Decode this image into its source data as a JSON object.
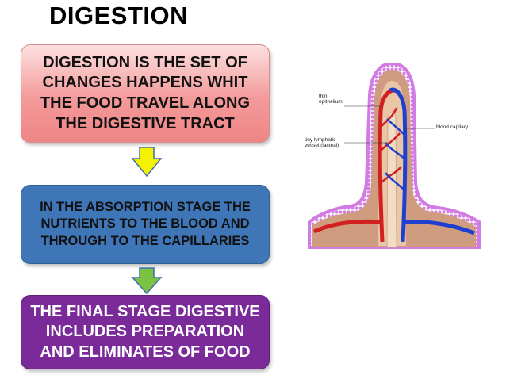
{
  "title": "DIGESTION",
  "steps": [
    {
      "text": "DIGESTION IS THE SET OF CHANGES  HAPPENS WHIT THE FOOD TRAVEL ALONG THE DIGESTIVE TRACT",
      "color": "#f39a9a"
    },
    {
      "text": "IN THE ABSORPTION STAGE THE NUTRIENTS TO THE BLOOD AND THROUGH TO THE CAPILLARIES",
      "color": "#3f76b8"
    },
    {
      "text": "THE FINAL STAGE DIGESTIVE INCLUDES PREPARATION AND ELIMINATES OF  FOOD",
      "color": "#7a2a99"
    }
  ],
  "arrows": [
    {
      "color": "#f5f200"
    },
    {
      "color": "#7cc242"
    }
  ],
  "diagram": {
    "labels": {
      "epithelium_line1": "thin",
      "epithelium_line2": "epithelium",
      "capillary": "blood capilary",
      "lacteal_line1": "tiny lymphatic",
      "lacteal_line2": "vessel (lacteal)"
    }
  }
}
